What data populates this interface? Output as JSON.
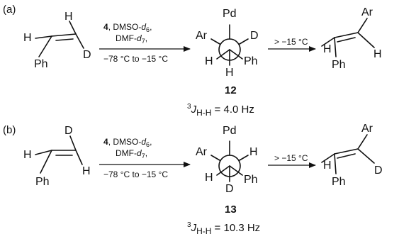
{
  "panels": [
    {
      "label": "(a)",
      "reactant": {
        "top": "H",
        "left": "H",
        "right": "D",
        "bottom": "Ph"
      },
      "conditions": {
        "reagent_num": "4",
        "line1_rest": ", DMSO-",
        "line1_sub": "d",
        "line1_subsub": "6",
        "line2": "DMF-",
        "line2_sub": "d",
        "line2_subsub": "7",
        "line2_tail": ",",
        "temp": "−78 °C to −15 °C"
      },
      "newman": {
        "top": "Pd",
        "upper_left": "Ar",
        "upper_right": "D",
        "lower_left": "H",
        "lower_right": "Ph",
        "bottom": "H"
      },
      "compound": "12",
      "coupling": {
        "sup": "3",
        "J": "J",
        "sub": "H-H",
        "value": " = 4.0 Hz"
      },
      "temp_arrow": "> −15 °C",
      "product": {
        "top": "Ar",
        "left": "H",
        "right": "H",
        "bottom": "Ph"
      }
    },
    {
      "label": "(b)",
      "reactant": {
        "top": "D",
        "left": "H",
        "right": "H",
        "bottom": "Ph"
      },
      "conditions": {
        "reagent_num": "4",
        "line1_rest": ", DMSO-",
        "line1_sub": "d",
        "line1_subsub": "6",
        "line2": "DMF-",
        "line2_sub": "d",
        "line2_subsub": "7",
        "line2_tail": ",",
        "temp": "−78 °C to −15 °C"
      },
      "newman": {
        "top": "Pd",
        "upper_left": "Ar",
        "upper_right": "H",
        "lower_left": "H",
        "lower_right": "Ph",
        "bottom": "D"
      },
      "compound": "13",
      "coupling": {
        "sup": "3",
        "J": "J",
        "sub": "H-H",
        "value": " = 10.3 Hz"
      },
      "temp_arrow": "> −15 °C",
      "product": {
        "top": "Ar",
        "left": "H",
        "right": "D",
        "bottom": "Ph"
      }
    }
  ]
}
